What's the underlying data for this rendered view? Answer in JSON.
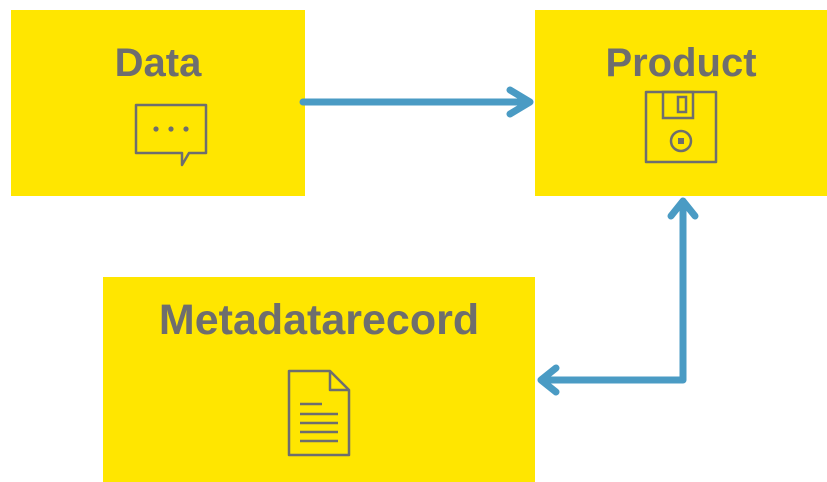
{
  "boxes": {
    "data": {
      "label": "Data",
      "icon": "chat-bubble-icon"
    },
    "product": {
      "label": "Product",
      "icon": "floppy-disk-icon"
    },
    "metadata": {
      "label": "Metadatarecord",
      "icon": "document-icon"
    }
  },
  "connections": [
    {
      "from": "Data",
      "to": "Product",
      "direction": "forward"
    },
    {
      "from": "Metadatarecord",
      "to": "Product",
      "direction": "bidirectional"
    }
  ],
  "colors": {
    "box_fill": "#FFE600",
    "label_text": "#6E6E6E",
    "icon_stroke": "#6E6E6E",
    "arrow": "#4A9BC4"
  }
}
